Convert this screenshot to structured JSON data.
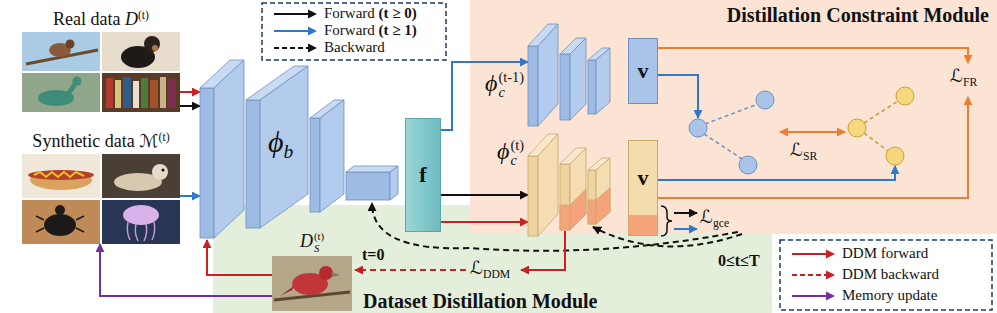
{
  "diagram": {
    "nodes": [
      {
        "text": [
          "Distillation Constraint Module"
        ]
      },
      {
        "text": [
          "Dataset Distillation Module"
        ]
      },
      {
        "text": [
          "Real data D(t)"
        ]
      },
      {
        "text": [
          "Synthetic data ℳ(t)"
        ]
      },
      {
        "text": [
          "ϕb"
        ]
      },
      {
        "text": [
          "f"
        ]
      },
      {
        "text": [
          "ϕc(t-1)"
        ],
        "in": 0
      },
      {
        "text": [
          "v"
        ],
        "in": 0
      },
      {
        "text": [
          "ϕc(t)"
        ],
        "in": 0
      },
      {
        "text": [
          "v"
        ],
        "in": 0
      },
      {
        "text": [
          "DS(t)"
        ],
        "in": 1
      }
    ],
    "edges": [
      {
        "from": 2,
        "to": 4,
        "arrow": "to"
      },
      {
        "from": 2,
        "to": 4,
        "arrow": "to"
      },
      {
        "from": 3,
        "to": 4,
        "arrow": "to"
      },
      {
        "from": 5,
        "to": 6,
        "arrow": "to"
      },
      {
        "from": 5,
        "to": 8,
        "arrow": "to"
      },
      {
        "from": 5,
        "to": 8,
        "arrow": "to"
      },
      {
        "from": 10,
        "to": 4,
        "arrow": "to"
      },
      {
        "from": 10,
        "to": 3,
        "arrow": "to"
      }
    ],
    "labels": [
      "ℒSR",
      "ℒFR",
      "ℒgce",
      "t=0",
      "ℒDDM",
      "0≤t≤T"
    ],
    "legend": [
      {
        "text": "Forward (t ≥ 0)"
      },
      {
        "text": "Forward (t ≥ 1)"
      },
      {
        "text": "Backward"
      },
      {
        "text": "DDM forward"
      },
      {
        "text": "DDM backward"
      },
      {
        "text": "Memory update"
      }
    ]
  }
}
